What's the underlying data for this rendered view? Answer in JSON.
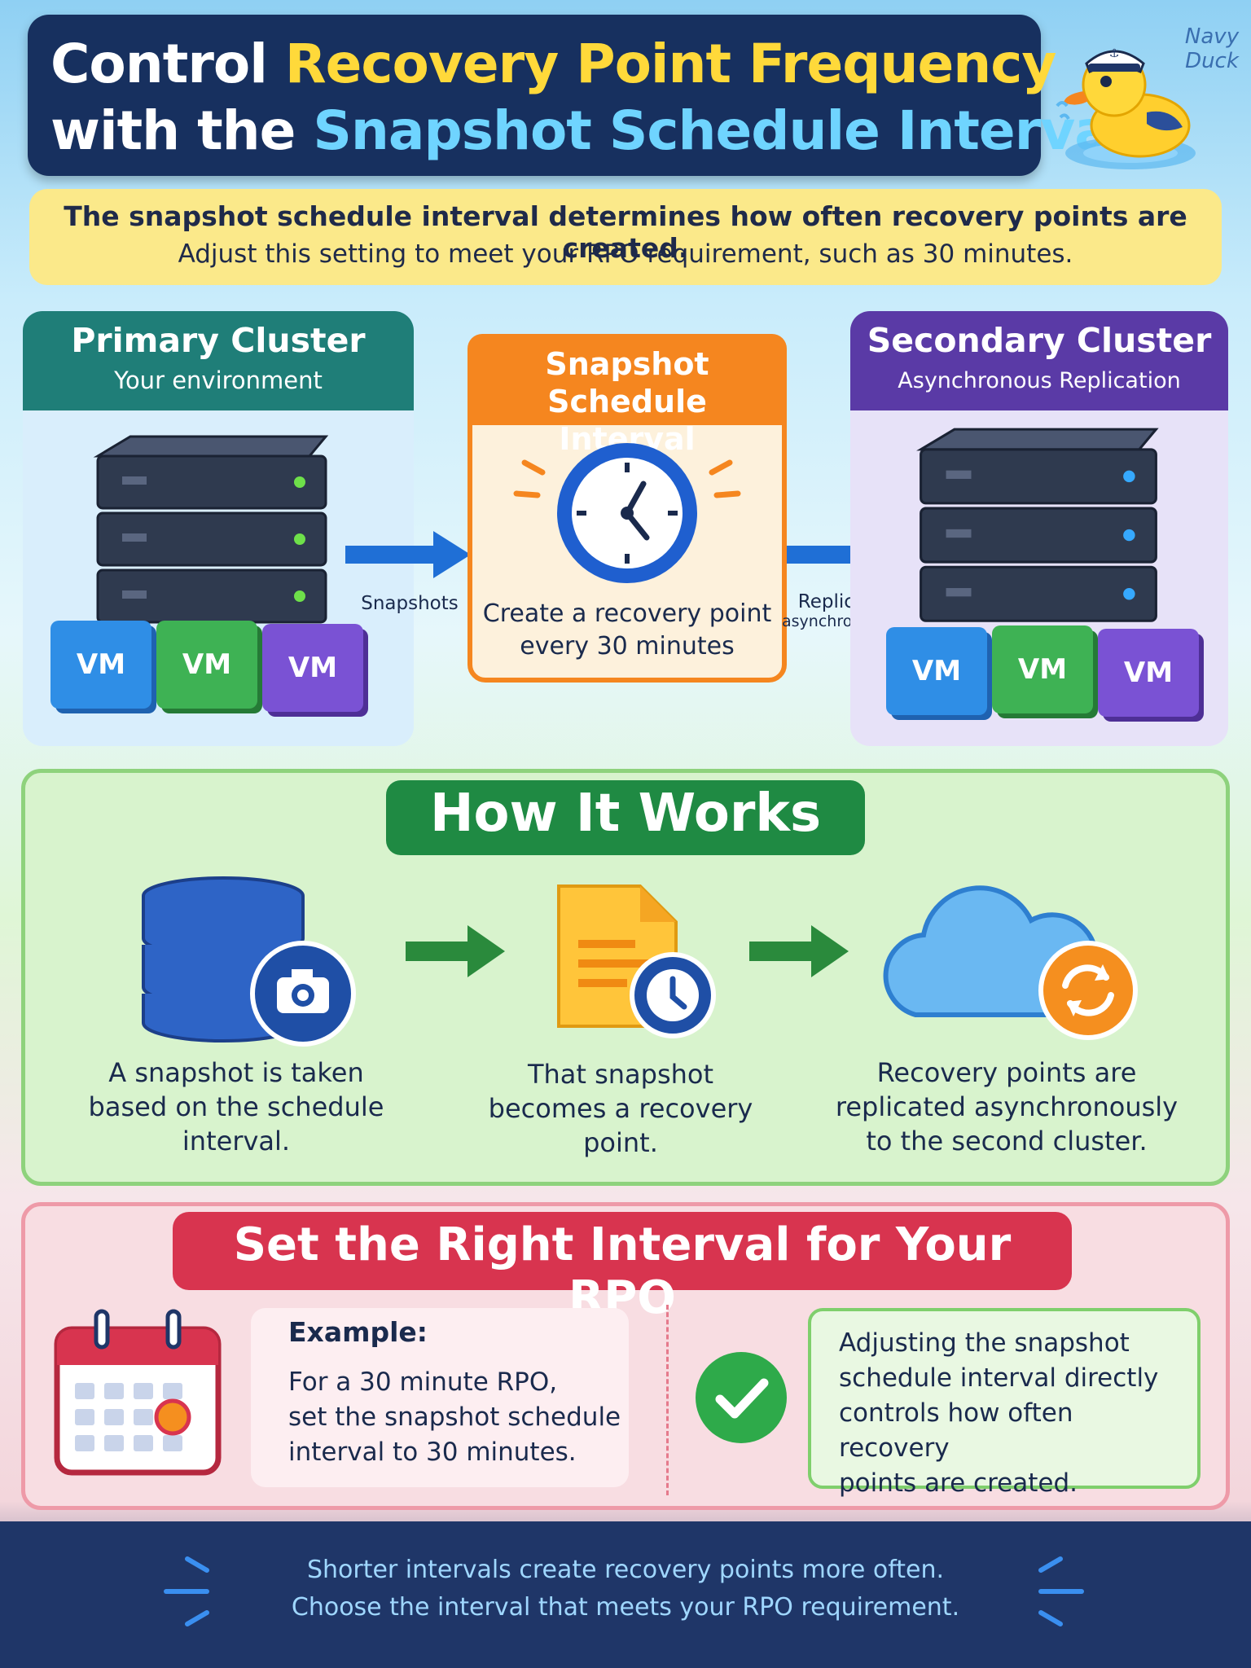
{
  "header": {
    "title_line1_a": "Control ",
    "title_line1_b": "Recovery Point Frequency",
    "title_line2_a": "with the ",
    "title_line2_b": "Snapshot Schedule Interval"
  },
  "logo": {
    "label_line1": "Navy",
    "label_line2": "Duck"
  },
  "intro": {
    "line1": "The snapshot schedule interval determines how often recovery points are created.",
    "line2": "Adjust this setting to meet your RPO requirement, such as 30 minutes."
  },
  "primary": {
    "title": "Primary Cluster",
    "subtitle": "Your environment",
    "vms": [
      "VM",
      "VM",
      "VM"
    ]
  },
  "interval": {
    "title_line1": "Snapshot Schedule",
    "title_line2": "Interval",
    "text_line1": "Create a recovery point",
    "text_line2": "every 30 minutes"
  },
  "arrows": {
    "left_label": "Snapshots",
    "right_label_line1": "Replicate",
    "right_label_line2": "asynchronously"
  },
  "secondary": {
    "title": "Secondary Cluster",
    "subtitle": "Asynchronous Replication",
    "vms": [
      "VM",
      "VM",
      "VM"
    ]
  },
  "how": {
    "title": "How It Works",
    "steps": [
      {
        "line1": "A snapshot is taken",
        "line2": "based on the schedule",
        "line3": "interval."
      },
      {
        "line1": "That snapshot",
        "line2": "becomes a recovery",
        "line3": "point."
      },
      {
        "line1": "Recovery points are",
        "line2": "replicated asynchronously",
        "line3": "to the second cluster."
      }
    ]
  },
  "rpo": {
    "title": "Set the Right Interval for Your RPO",
    "example_heading": "Example:",
    "example_line1": "For a 30 minute RPO,",
    "example_line2": "set the snapshot schedule",
    "example_line3": "interval to 30 minutes.",
    "note_line1": "Adjusting the snapshot",
    "note_line2": "schedule interval directly",
    "note_line3": "controls how often recovery",
    "note_line4": "points are created."
  },
  "footer": {
    "line1": "Shorter intervals create recovery points more often.",
    "line2": "Choose the interval that meets your RPO requirement."
  },
  "colors": {
    "primary": "#1f7e78",
    "secondary": "#5a3aa6",
    "interval": "#f5861f",
    "how": "#1f8a43",
    "rpo": "#d8344f",
    "footer": "#1f3668"
  }
}
